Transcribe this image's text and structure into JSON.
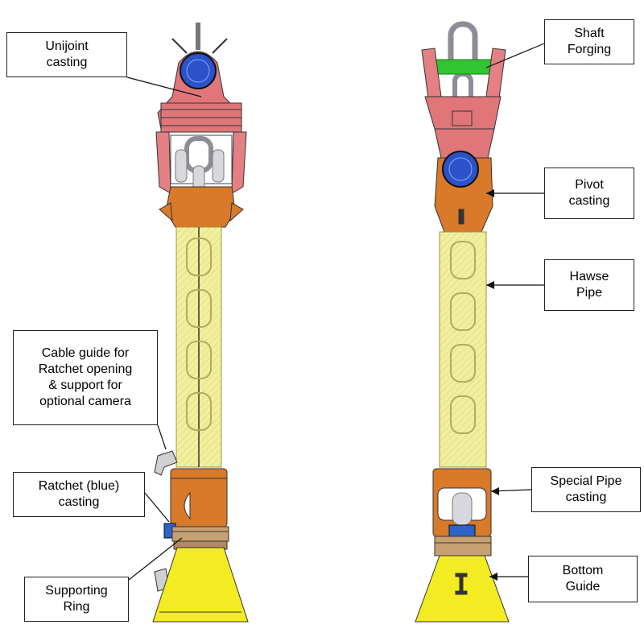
{
  "colors": {
    "casting_pink": "#e0767a",
    "casting_orange": "#d9792a",
    "hawse_yellow": "#f2ef9c",
    "guide_yellow": "#f3ec22",
    "ring_tan": "#c7a072",
    "ratchet_blue": "#2b63c9",
    "forging_green": "#33c433",
    "chain_grey": "#d7d7dd"
  },
  "labels": {
    "unijoint": "Unijoint\ncasting",
    "cable_guide": "Cable guide for\nRatchet opening\n& support for\noptional camera",
    "ratchet": "Ratchet (blue)\ncasting",
    "supporting_ring": "Supporting\nRing",
    "shaft_forging": "Shaft\nForging",
    "pivot": "Pivot\ncasting",
    "hawse": "Hawse\nPipe",
    "special_pipe": "Special Pipe\ncasting",
    "bottom_guide": "Bottom\nGuide"
  }
}
